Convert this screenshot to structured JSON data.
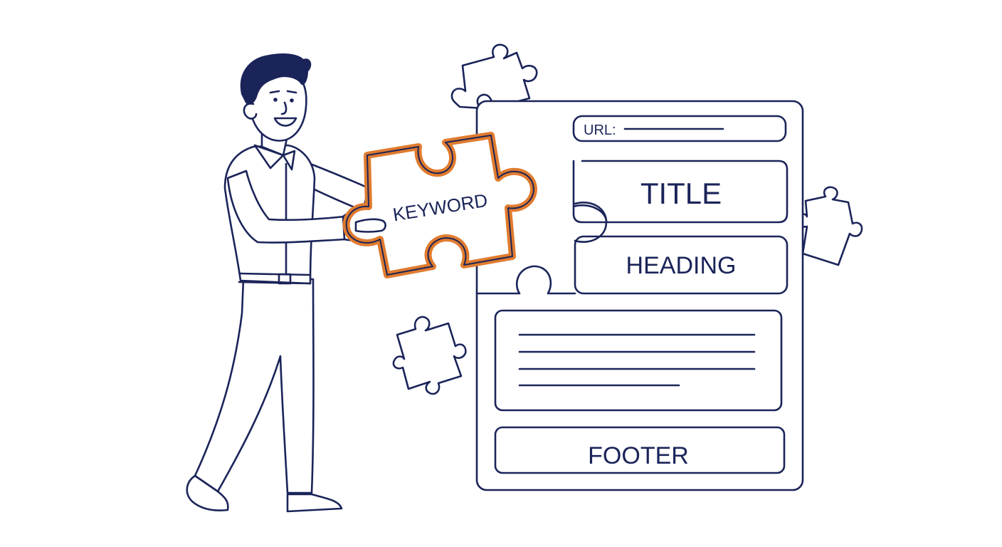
{
  "colors": {
    "ink": "#1b2459",
    "accent": "#e07b2e",
    "background": "#ffffff"
  },
  "page": {
    "url_label": "URL:",
    "title_label": "TITLE",
    "heading_label": "HEADING",
    "footer_label": "FOOTER"
  },
  "puzzle": {
    "keyword_label": "KEYWORD"
  },
  "icons": [
    "person-illustration",
    "puzzle-piece-icon",
    "webpage-wireframe"
  ]
}
